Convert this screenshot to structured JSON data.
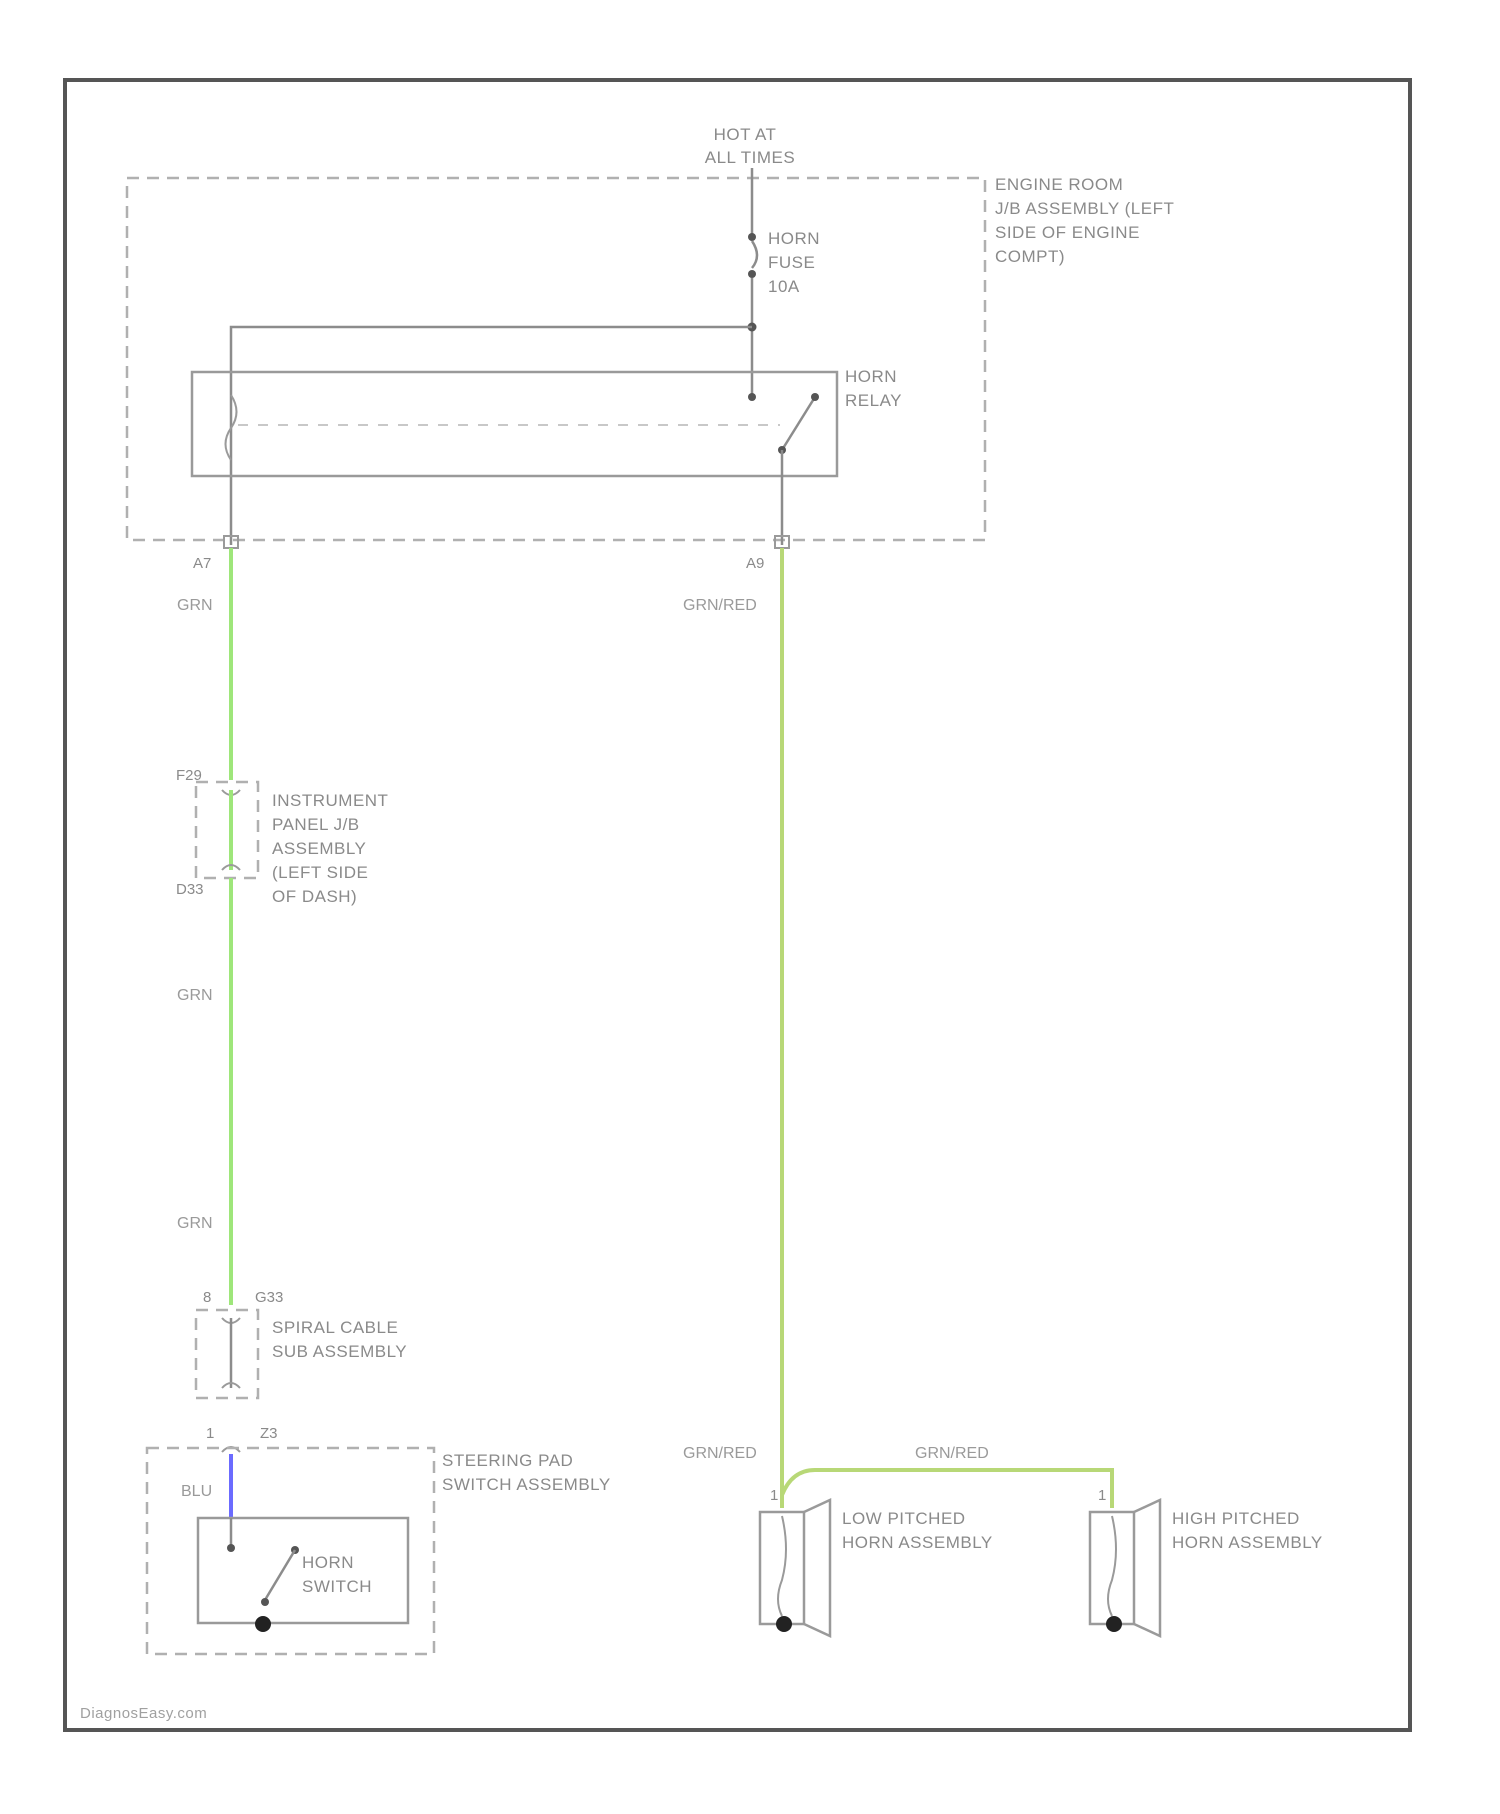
{
  "power": {
    "line1": "HOT AT",
    "line2": "ALL TIMES"
  },
  "engine_room_jb": {
    "line1": "ENGINE ROOM",
    "line2": "J/B ASSEMBLY (LEFT",
    "line3": "SIDE OF ENGINE",
    "line4": "COMPT)"
  },
  "horn_fuse": {
    "line1": "HORN",
    "line2": "FUSE",
    "line3": "10A"
  },
  "horn_relay": {
    "line1": "HORN",
    "line2": "RELAY"
  },
  "pins": {
    "a7": "A7",
    "a9": "A9",
    "f29": "F29",
    "d33": "D33",
    "c8": "8",
    "g33": "G33",
    "c1": "1",
    "z3": "Z3",
    "low_1": "1",
    "high_1": "1"
  },
  "wire_labels": {
    "grn_1": "GRN",
    "gry_red_1": "GRN/RED",
    "grn_2": "GRN",
    "grn_3": "GRN",
    "blu": "BLU",
    "gry_red_2": "GRN/RED",
    "gry_red_3": "GRN/RED"
  },
  "instrument_panel_jb": {
    "line1": "INSTRUMENT",
    "line2": "PANEL J/B",
    "line3": "ASSEMBLY",
    "line4": "(LEFT SIDE",
    "line5": "OF DASH)"
  },
  "spiral_cable": {
    "line1": "SPIRAL CABLE",
    "line2": "SUB ASSEMBLY"
  },
  "steering_pad": {
    "line1": "STEERING PAD",
    "line2": "SWITCH ASSEMBLY"
  },
  "horn_switch": {
    "line1": "HORN",
    "line2": "SWITCH"
  },
  "low_horn": {
    "line1": "LOW PITCHED",
    "line2": "HORN ASSEMBLY"
  },
  "high_horn": {
    "line1": "HIGH PITCHED",
    "line2": "HORN ASSEMBLY"
  },
  "watermark": "DiagnosEasy.com",
  "colors": {
    "green_wire": "#9ee67a",
    "green_red_wire": "#b8d877",
    "blue_wire": "#6b6bff",
    "frame": "#555555"
  }
}
